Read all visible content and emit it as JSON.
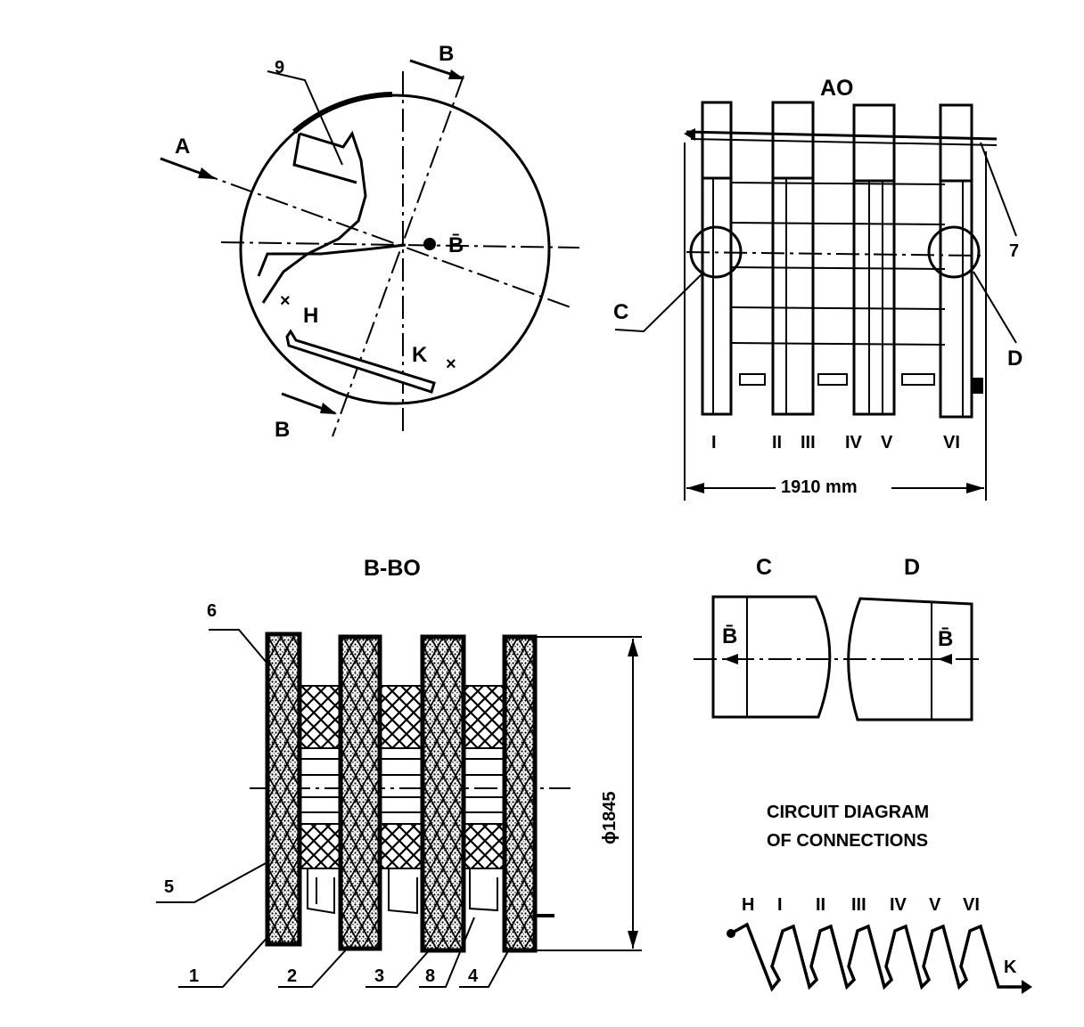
{
  "circle_view": {
    "labels": {
      "a": "A",
      "b_top": "B",
      "b_bottom": "B",
      "b_bar": "B̄",
      "h": "H",
      "k": "K",
      "nine": "9"
    }
  },
  "ao_view": {
    "title": "AO",
    "windings": [
      "I",
      "II",
      "III",
      "IV",
      "V",
      "VI"
    ],
    "dimension": "1910 mm",
    "callouts": {
      "c": "C",
      "d": "D",
      "seven": "7"
    }
  },
  "section_view": {
    "title": "B-BO",
    "dimension": "ϕ1845",
    "callouts": [
      "6",
      "5",
      "1",
      "2",
      "3",
      "8",
      "4"
    ]
  },
  "detail_view": {
    "left": {
      "title": "C",
      "mark": "B̄"
    },
    "right": {
      "title": "D",
      "mark": "B̄"
    }
  },
  "circuit": {
    "title_line1": "CIRCUIT DIAGRAM",
    "title_line2": "OF CONNECTIONS",
    "terminals": [
      "H",
      "I",
      "II",
      "III",
      "IV",
      "V",
      "VI"
    ],
    "end_label": "K"
  }
}
